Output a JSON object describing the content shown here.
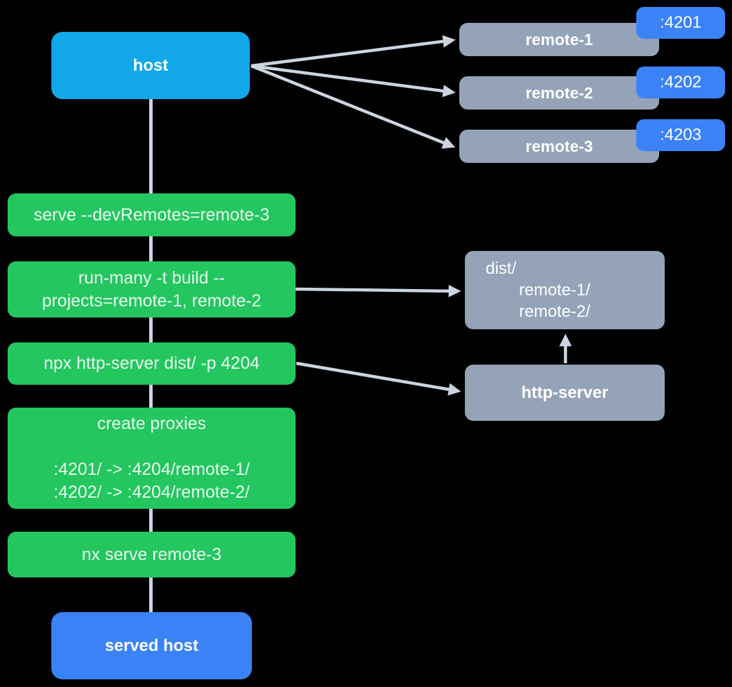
{
  "colors": {
    "background": "#000000",
    "host_box": "#11a7e8",
    "blue_accent": "#3b82f6",
    "gray_box": "#94a3b8",
    "green_box": "#23c65f",
    "connector": "#cbd5e1",
    "text_light": "#ffffff",
    "text_green_box": "#e9f8ef"
  },
  "diagram": {
    "host": {
      "label": "host"
    },
    "served_host": {
      "label": "served host"
    },
    "remotes": [
      {
        "label": "remote-1",
        "port": ":4201"
      },
      {
        "label": "remote-2",
        "port": ":4202"
      },
      {
        "label": "remote-3",
        "port": ":4203"
      }
    ],
    "steps": [
      {
        "lines": [
          "serve --devRemotes=remote-3"
        ]
      },
      {
        "lines": [
          "run-many -t build --",
          "projects=remote-1, remote-2"
        ]
      },
      {
        "lines": [
          "npx http-server dist/ -p 4204"
        ]
      },
      {
        "lines": [
          "create proxies",
          "",
          ":4201/ -> :4204/remote-1/",
          ":4202/ -> :4204/remote-2/"
        ]
      },
      {
        "lines": [
          "nx serve remote-3"
        ]
      }
    ],
    "dist_folder": {
      "lines": [
        "dist/",
        "remote-1/",
        "remote-2/"
      ]
    },
    "http_server": {
      "label": "http-server"
    }
  }
}
